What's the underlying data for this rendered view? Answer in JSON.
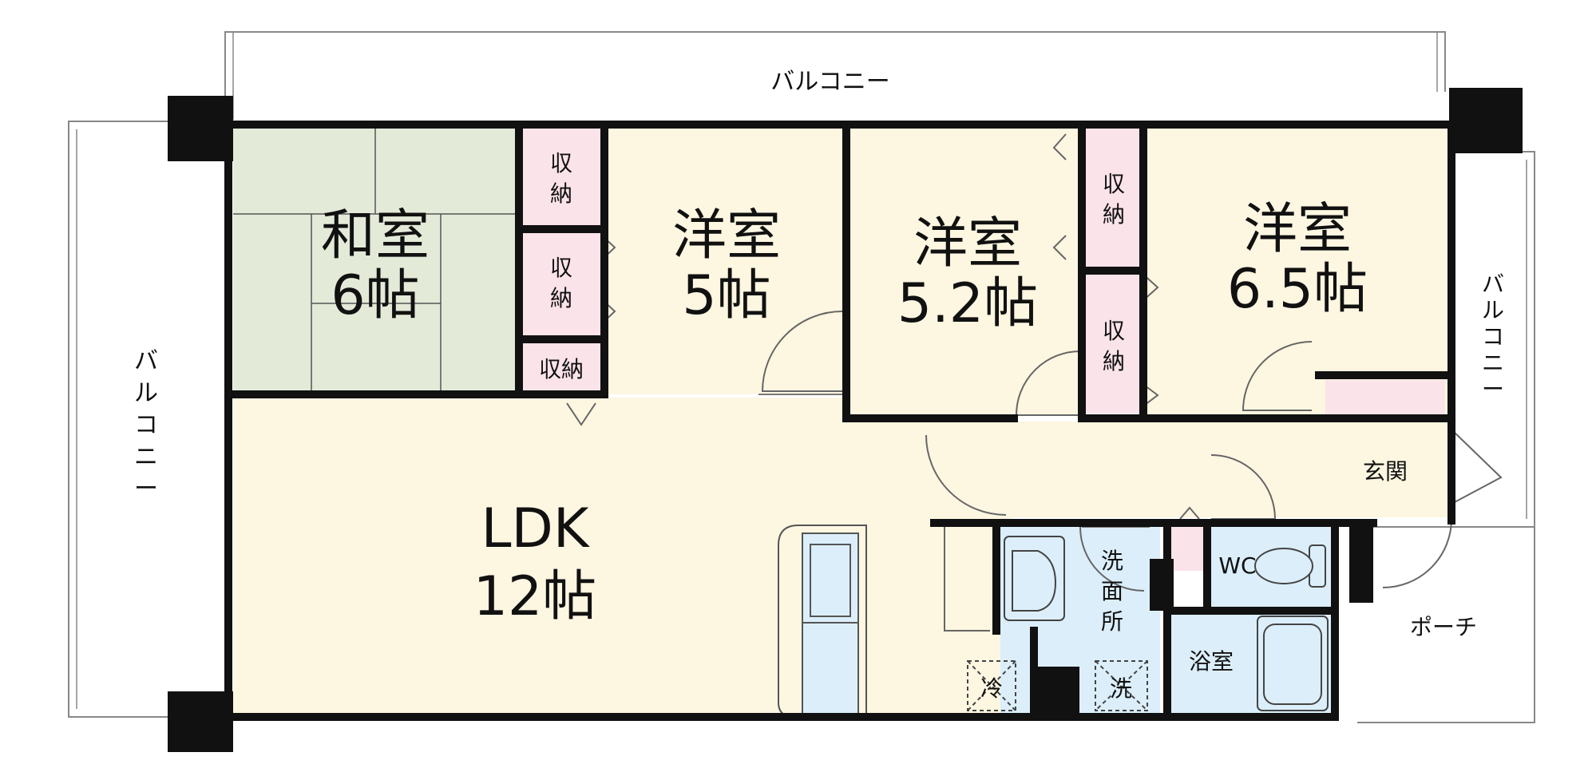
{
  "colors": {
    "washitsu_fill": "#e3ead8",
    "yoshitsu_fill": "#fdf6e1",
    "storage_fill": "#fbe3ea",
    "wet_fill": "#dbeefa",
    "wall": "#111111",
    "thin_line": "#777777"
  },
  "rooms": {
    "washitsu": {
      "name": "和室",
      "size": "6帖"
    },
    "yoshitsu_a": {
      "name": "洋室",
      "size": "5帖"
    },
    "yoshitsu_b": {
      "name": "洋室",
      "size": "5.2帖"
    },
    "yoshitsu_c": {
      "name": "洋室",
      "size": "6.5帖"
    },
    "ldk": {
      "name": "LDK",
      "size": "12帖"
    }
  },
  "storage": {
    "s1": [
      "収",
      "納"
    ],
    "s2": [
      "収",
      "納"
    ],
    "s3": "収納",
    "s4": [
      "収",
      "納"
    ],
    "s5": [
      "収",
      "納"
    ]
  },
  "utility": {
    "genkan": "玄関",
    "wc": "WC",
    "senmenjo": [
      "洗",
      "面",
      "所"
    ],
    "yokushitsu": "浴室",
    "rei": "冷",
    "sen": "洗",
    "porch": "ポーチ"
  },
  "balconies": {
    "top": "バルコニー",
    "left": [
      "バ",
      "ル",
      "コ",
      "ニ",
      "ー"
    ],
    "right": [
      "バ",
      "ル",
      "コ",
      "ニ",
      "ー"
    ]
  }
}
